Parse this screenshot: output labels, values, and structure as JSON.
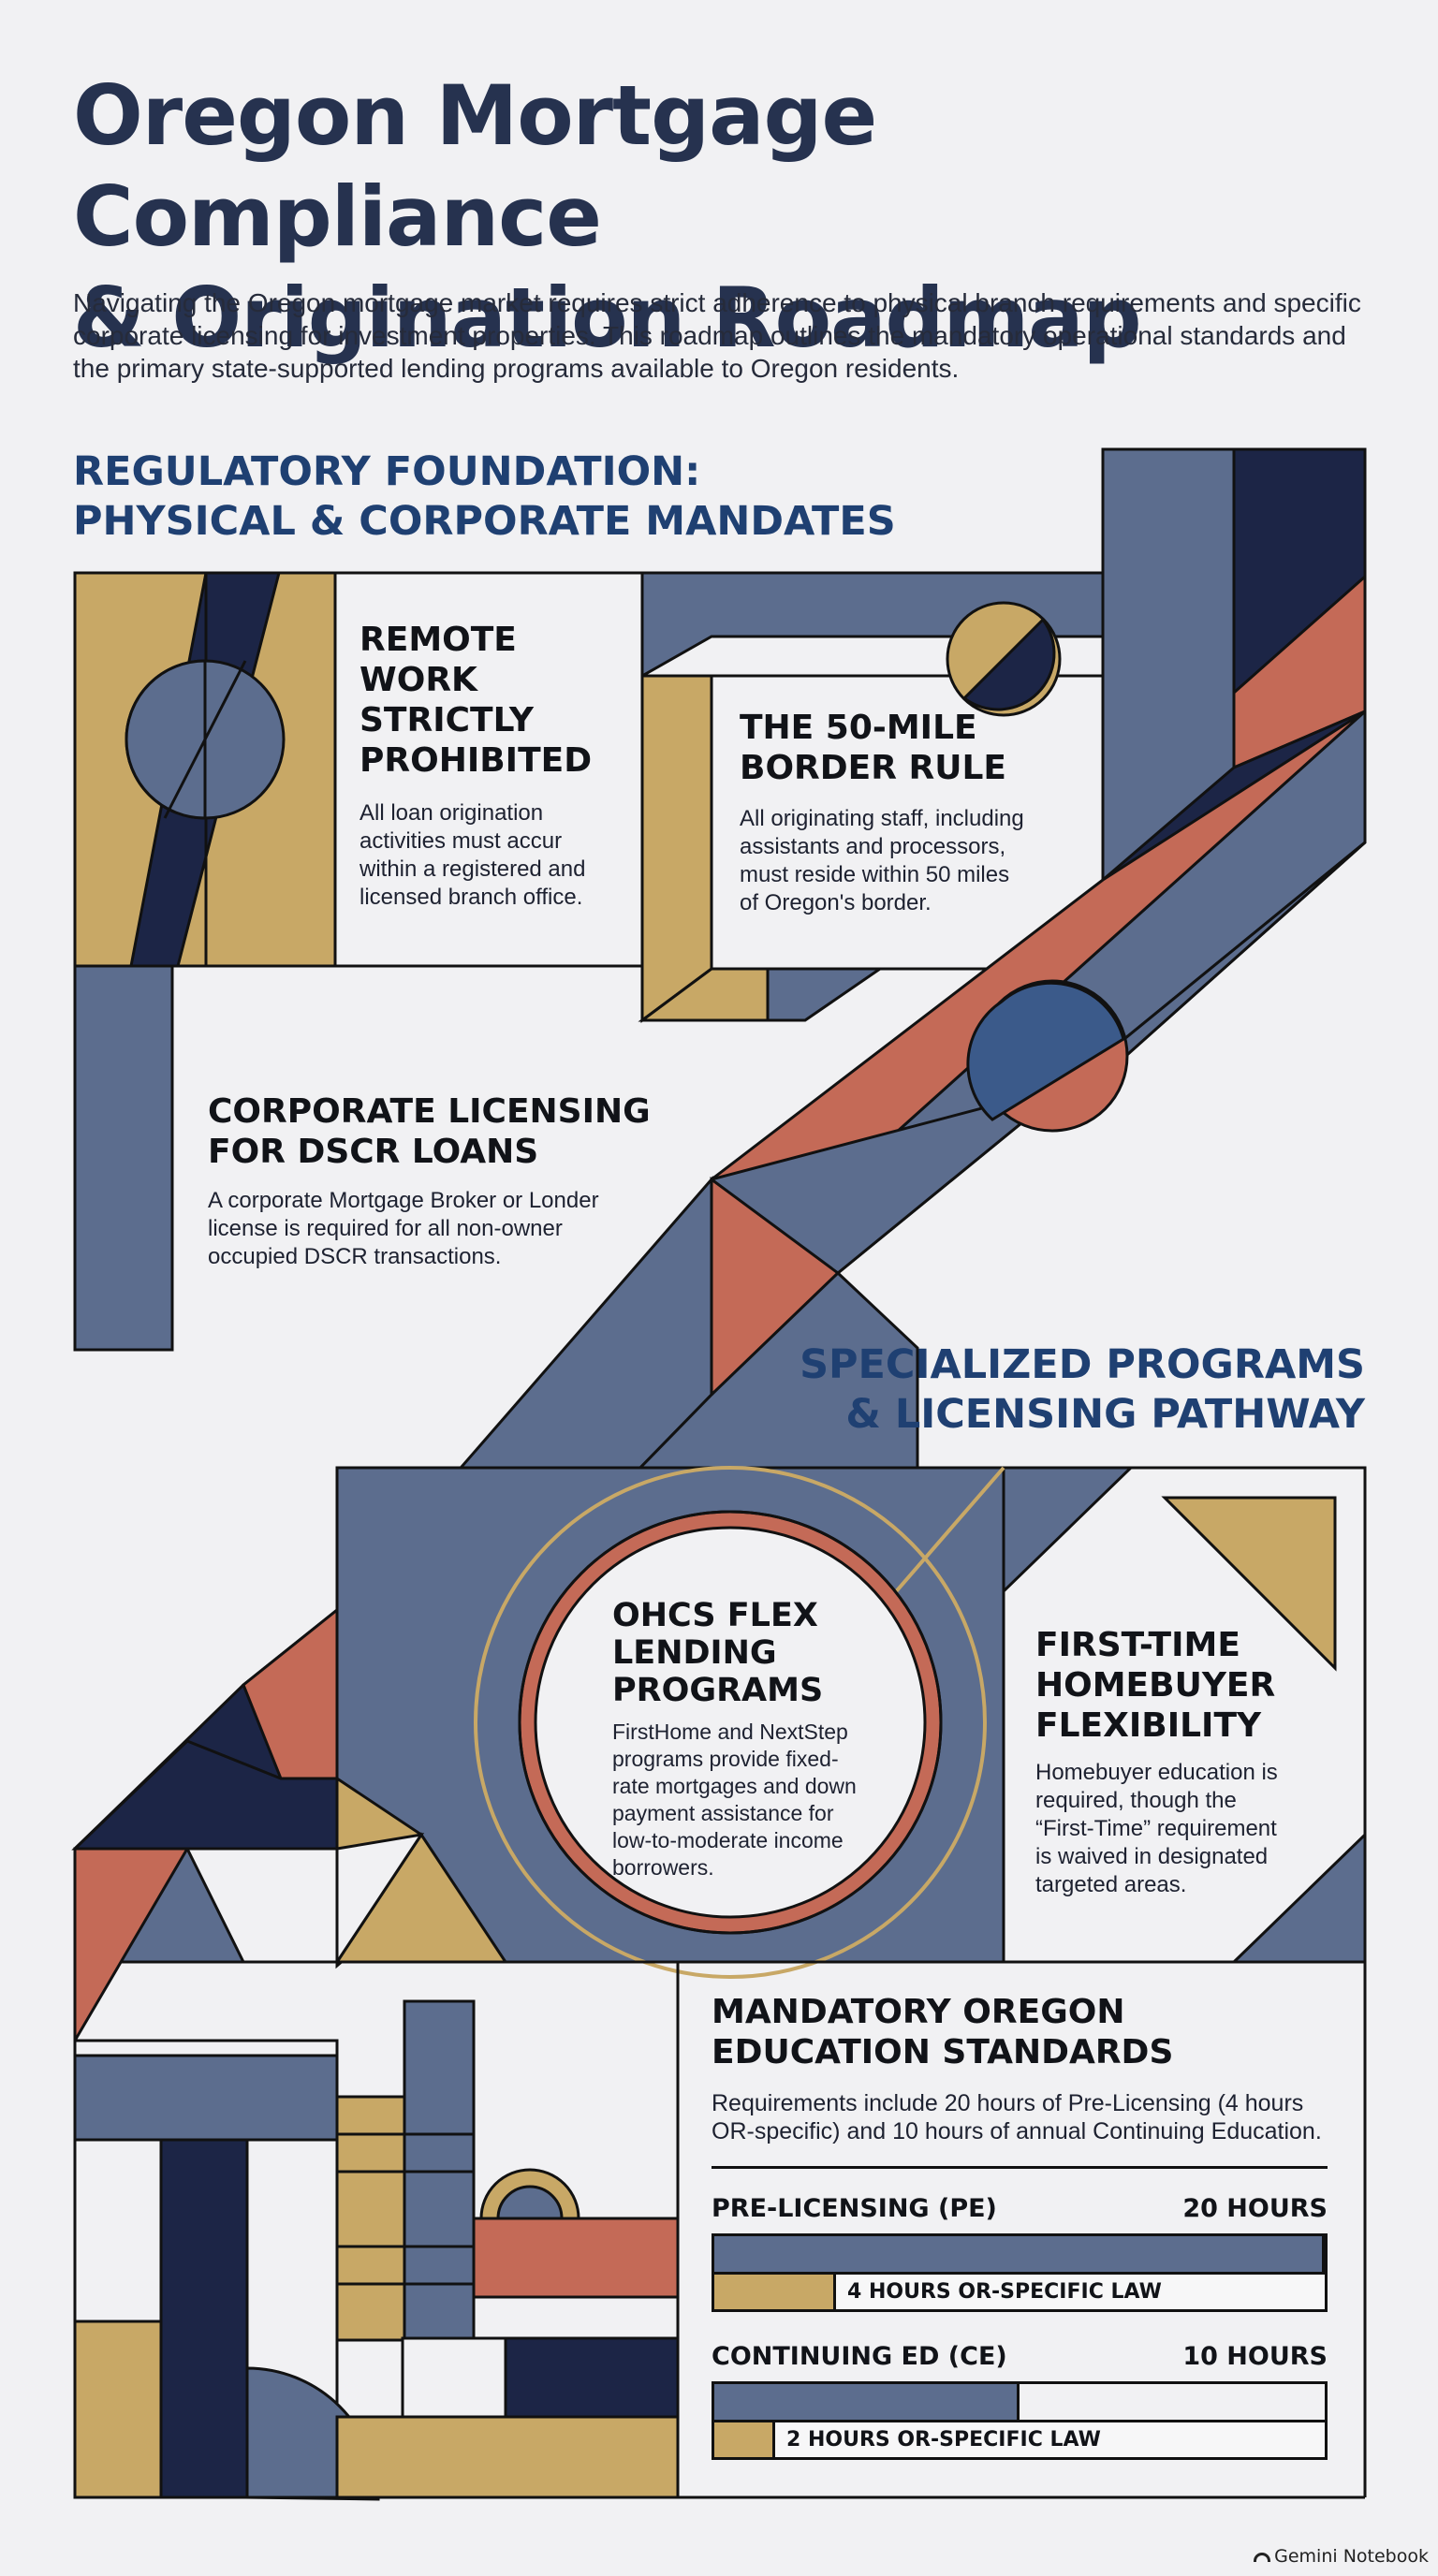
{
  "page": {
    "title_line1": "Oregon Mortgage Compliance",
    "title_line2": "& Origination Roadmap",
    "intro": "Navigating the Oregon mortgage market requires strict adherence to physical branch requirements and specific corporate licensing for investment properties. This roadmap outlines the mandatory operational standards and the primary state-supported lending programs available to Oregon residents."
  },
  "regulatory": {
    "heading_line1": "REGULATORY FOUNDATION:",
    "heading_line2": "PHYSICAL & CORPORATE MANDATES",
    "remote": {
      "title": [
        "REMOTE WORK",
        "STRICTLY",
        "PROHIBITED"
      ],
      "body": [
        "All loan origination",
        "activities must accur",
        "within a registered and",
        "licensed branch office."
      ]
    },
    "border": {
      "title": [
        "THE 50-MILE",
        "BORDER RULE"
      ],
      "body": [
        "All originating staff, including",
        "assistants and processors,",
        "must reside within 50 miles",
        "of Oregon's border."
      ]
    },
    "dscr": {
      "title": [
        "CORPORATE LICENSING",
        "FOR DSCR LOANS"
      ],
      "body": [
        "A corporate Mortgage Broker or Londer",
        "license is required for all non-owner",
        "occupied DSCR transactions."
      ]
    }
  },
  "programs": {
    "heading_line1": "SPECIALIZED PROGRAMS",
    "heading_line2": "& LICENSING PATHWAY",
    "ohcs": {
      "title": [
        "OHCS FLEX",
        "LENDING",
        "PROGRAMS"
      ],
      "body": [
        "FirstHome and NextStep",
        "programs provide fixed-",
        "rate mortgages and down",
        "payment assistance for",
        "low-to-moderate income",
        "borrowers."
      ]
    },
    "firsttime": {
      "title": [
        "FIRST-TIME",
        "HOMEBUYER",
        "FLEXIBILITY"
      ],
      "body": [
        "Homebuyer education is",
        "required, though the",
        "“First-Time” requirement",
        "is waived in designated",
        "targeted areas."
      ]
    }
  },
  "education": {
    "title": [
      "MANDATORY OREGON",
      "EDUCATION STANDARDS"
    ],
    "body": [
      "Requirements include 20 hours of Pre-Licensing (4 hours",
      "OR-specific) and 10 hours of annual Continuing Education."
    ],
    "rows": [
      {
        "label": "PRE-LICENSING (PE)",
        "total": "20 HOURS",
        "total_hours": 20,
        "specific_label": "4 HOURS OR-SPECIFIC LAW",
        "specific_hours": 4
      },
      {
        "label": "CONTINUING ED (CE)",
        "total": "10 HOURS",
        "total_hours": 10,
        "specific_label": "2 HOURS OR-SPECIFIC LAW",
        "specific_hours": 2
      }
    ],
    "scale_max_hours": 20
  },
  "footer": {
    "brand": "Gemini Notebook"
  },
  "colors": {
    "navy": "#1c2546",
    "slate": "#5c6d8e",
    "gold": "#c8a866",
    "terracotta": "#c46a57",
    "blue": "#3b5a8a",
    "background": "#f1f1f3",
    "heading": "#1f4072"
  }
}
